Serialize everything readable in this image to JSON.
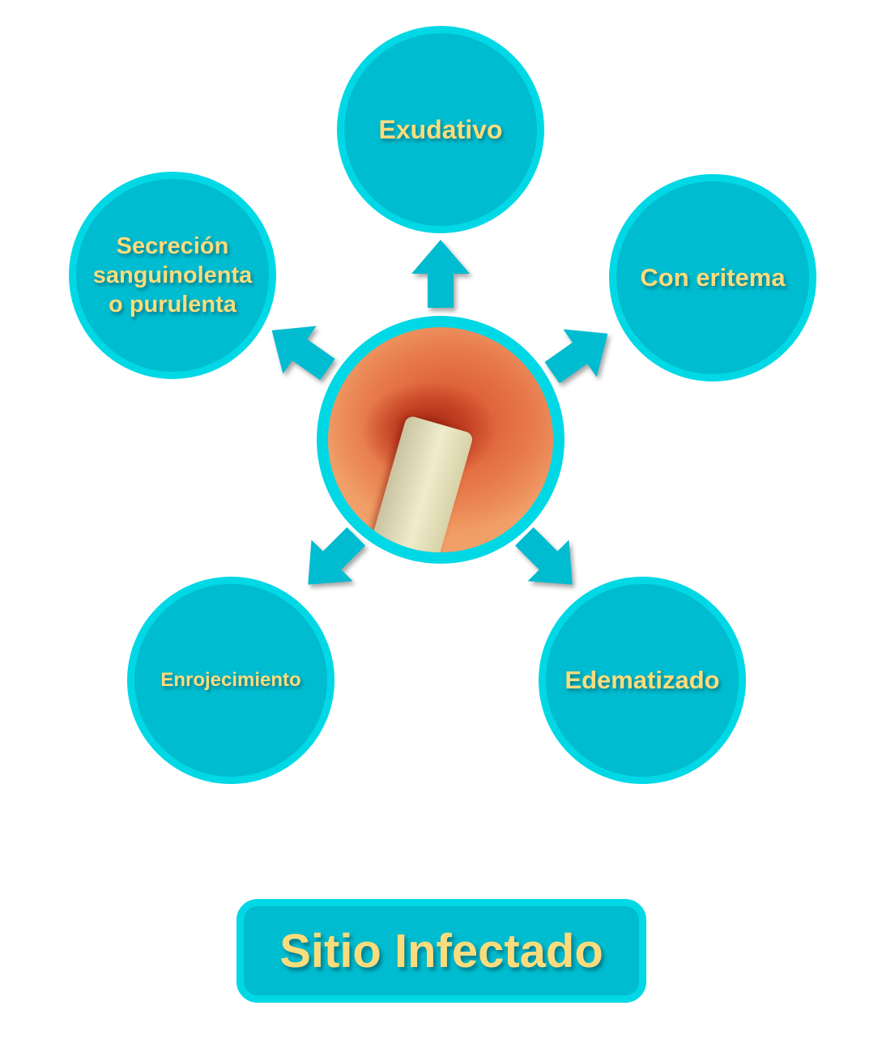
{
  "diagram": {
    "title": "Sitio Infectado",
    "center": {
      "image": "infected-catheter-insertion-site-photo",
      "description": "Catheter tube exiting reddened, inflamed skin"
    },
    "nodes": [
      {
        "id": "top",
        "label": "Exudativo"
      },
      {
        "id": "upper-left",
        "label_lines": [
          "Secreción",
          "sanguinolenta",
          "o purulenta"
        ]
      },
      {
        "id": "upper-right",
        "label": "Con eritema"
      },
      {
        "id": "lower-left",
        "label": "Enrojecimiento"
      },
      {
        "id": "lower-right",
        "label": "Edematizado"
      }
    ],
    "arrows": [
      "up",
      "up-left",
      "up-right",
      "down-left",
      "down-right"
    ],
    "colors": {
      "circle_fill": "#00bcd0",
      "circle_ring": "#00d8e6",
      "label_text": "#fbdc7c",
      "background": "#ffffff"
    }
  }
}
